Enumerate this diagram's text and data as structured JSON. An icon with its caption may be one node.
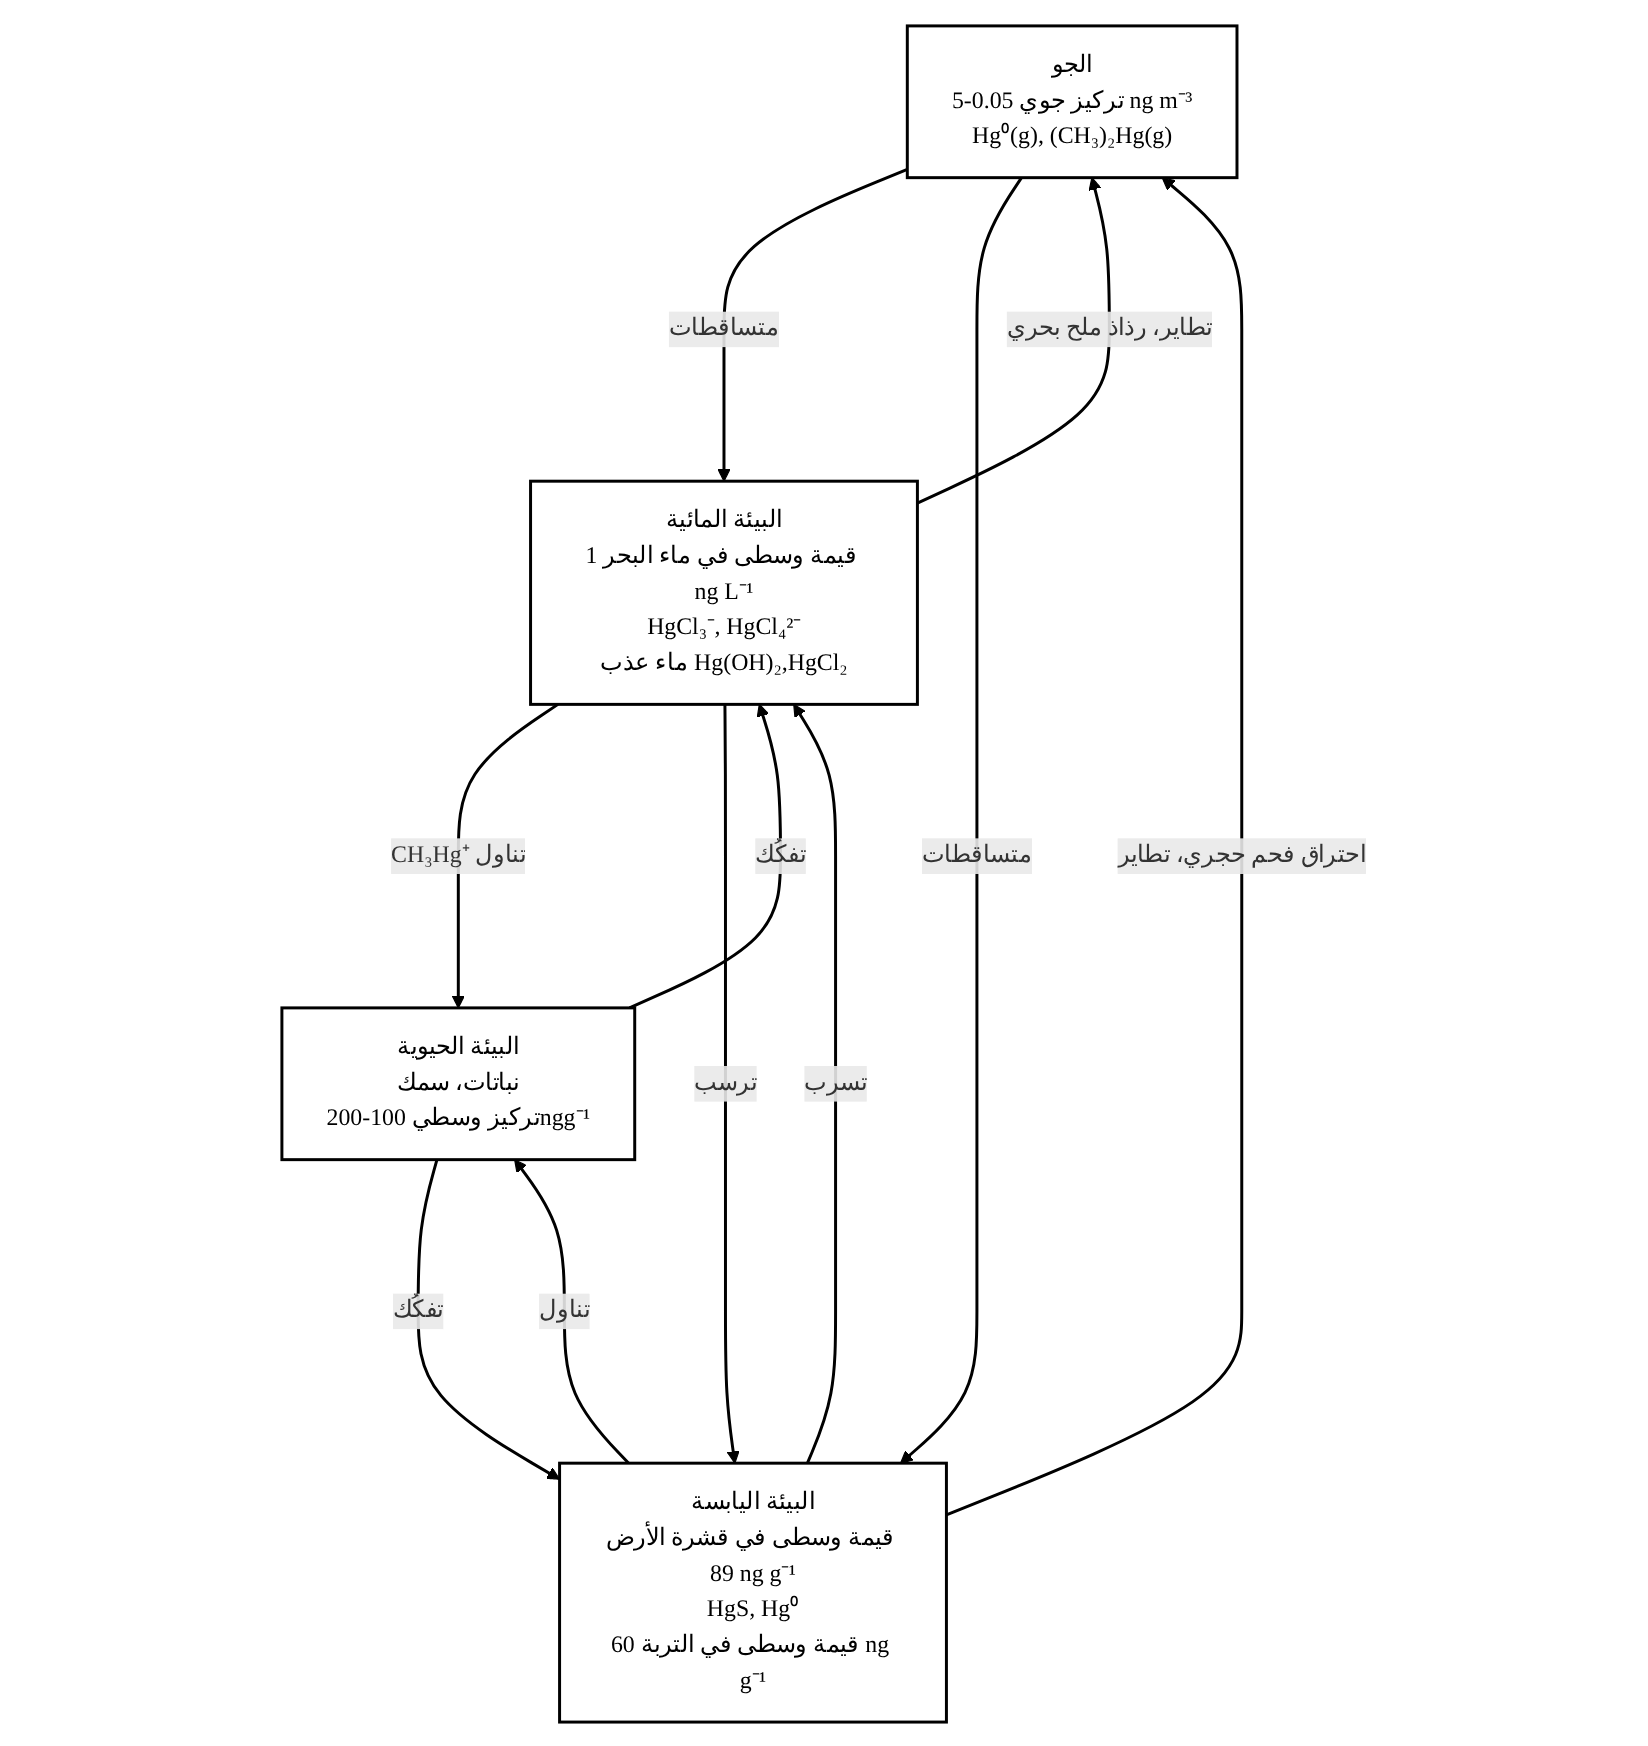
{
  "diagram": {
    "nodes": [
      {
        "text": [
          "الجو",
          "تركيز جوي 0.05-5 ng m⁻³",
          "Hg⁰(g), (CH₃)₂Hg(g)"
        ]
      },
      {
        "text": [
          "البيئة الحيوية",
          "نباتات، سمك",
          "تركيز وسطي 100-200ngg⁻¹"
        ]
      },
      {
        "text": [
          "البيئة المائية",
          "قيمة وسطى في ماء البحر 1 ng L⁻¹",
          "HgCl₃⁻, HgCl₄²⁻",
          "ماء عذب Hg(OH)₂,HgCl₂"
        ]
      },
      {
        "text": [
          "البيئة اليابسة",
          "قيمة وسطى في قشرة الأرض 89 ng g⁻¹",
          "HgS, Hg⁰",
          "قيمة وسطى في التربة 60 ng g⁻¹"
        ]
      }
    ],
    "edges": [
      {
        "from": 0,
        "to": 2,
        "arrow": "to",
        "label": "متساقطات"
      },
      {
        "from": 2,
        "to": 0,
        "arrow": "to",
        "label": "تطاير، رذاذ ملح بحري"
      },
      {
        "from": 3,
        "to": 0,
        "arrow": "to",
        "label": "احتراق فحم حجري، تطاير"
      },
      {
        "from": 0,
        "to": 3,
        "arrow": "to",
        "label": "متساقطات"
      },
      {
        "from": 2,
        "to": 1,
        "arrow": "to",
        "label": "CH₃Hg⁺ تناول"
      },
      {
        "from": 1,
        "to": 2,
        "arrow": "to",
        "label": "تفكُك"
      },
      {
        "from": 1,
        "to": 3,
        "arrow": "to",
        "label": "تفكُك"
      },
      {
        "from": 3,
        "to": 1,
        "arrow": "to",
        "label": "تناول"
      },
      {
        "from": 3,
        "to": 2,
        "arrow": "to",
        "label": "تسرب"
      },
      {
        "from": 2,
        "to": 3,
        "arrow": "to",
        "label": "ترسب"
      }
    ]
  }
}
